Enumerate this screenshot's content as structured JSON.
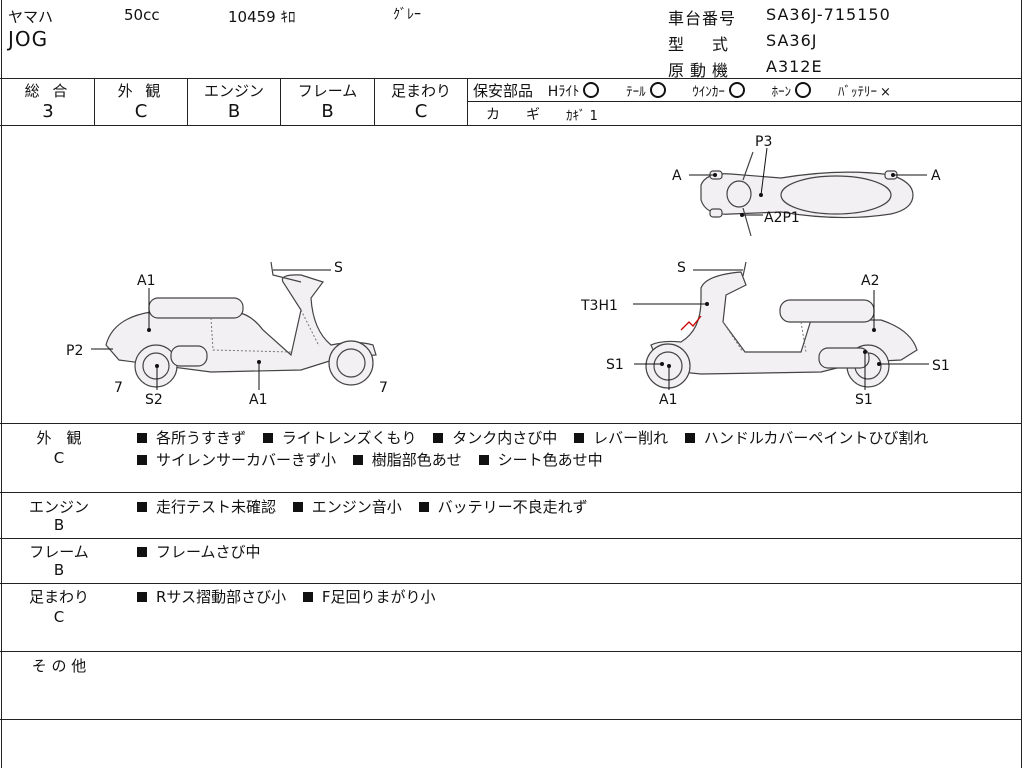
{
  "header": {
    "maker": "ヤマハ",
    "cc": "50cc",
    "mileage": "10459 ｷﾛ",
    "color": "ｸﾞﾚｰ",
    "model": "JOG",
    "frame_label": "車台番号",
    "frame_value": "SA36J-715150",
    "type_label": "型　式",
    "type_value": "SA36J",
    "engine_label": "原動機",
    "engine_value": "A312E"
  },
  "grades": {
    "overall_label": "総 合",
    "overall": "3",
    "exterior_label": "外 観",
    "exterior": "C",
    "engine_label": "エンジン",
    "engine": "B",
    "frame_label": "フレーム",
    "frame": "B",
    "suspension_label": "足まわり",
    "suspension": "C"
  },
  "safety": {
    "label": "保安部品",
    "headlight": "Hﾗｲﾄ",
    "tail": "ﾃｰﾙ",
    "winker": "ｳｲﾝｶｰ",
    "horn": "ﾎｰﾝ",
    "battery": "ﾊﾞｯﾃﾘｰ",
    "battery_mark": "×",
    "key_label": "カ　ギ",
    "key_value": "ｶｷﾞ 1"
  },
  "diagram": {
    "top": {
      "p3": "P3",
      "a_left": "A",
      "a_right": "A",
      "a2p1": "A2P1"
    },
    "left_side": {
      "s": "S",
      "a1_top": "A1",
      "p2": "P2",
      "seven_left": "7",
      "s2": "S2",
      "a1_bottom": "A1",
      "seven_right": "7"
    },
    "right_side": {
      "s": "S",
      "a2": "A2",
      "t3h1": "T3H1",
      "s1_left": "S1",
      "s1_right": "S1",
      "a1": "A1",
      "s1_bottom": "S1"
    }
  },
  "remarks": {
    "exterior": {
      "title": "外　観",
      "grade": "C",
      "items": [
        "各所うすきず",
        "ライトレンズくもり",
        "タンク内さび中",
        "レバー削れ",
        "ハンドルカバーペイントひび割れ"
      ],
      "items2": [
        "サイレンサーカバーきず小",
        "樹脂部色あせ",
        "シート色あせ中"
      ]
    },
    "engine": {
      "title": "エンジン",
      "grade": "B",
      "items": [
        "走行テスト未確認",
        "エンジン音小",
        "バッテリー不良走れず"
      ]
    },
    "frame": {
      "title": "フレーム",
      "grade": "B",
      "items": [
        "フレームさび中"
      ]
    },
    "suspension": {
      "title": "足まわり",
      "grade": "C",
      "items": [
        "Rサス摺動部さび小",
        "F足回りまがり小"
      ]
    },
    "other": {
      "title": "そ の 他"
    }
  }
}
